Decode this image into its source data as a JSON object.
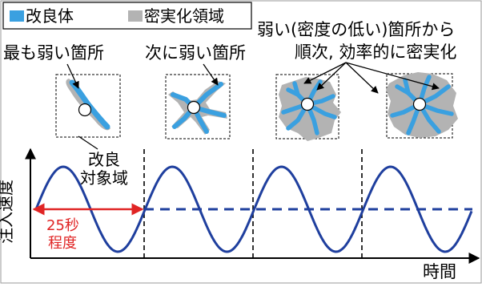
{
  "legend": {
    "improved_label": "改良体",
    "densified_label": "密実化領域",
    "improved_color": "#3aa0e0",
    "densified_color": "#b3b3b3"
  },
  "labels": {
    "weakest": "最も弱い箇所",
    "next_weakest": "次に弱い箇所",
    "order_line1": "弱い(密度の低い)箇所から",
    "order_line2": "順次, 効率的に密実化",
    "target_area_line1": "改良",
    "target_area_line2": "対象域",
    "y_axis": "注入速度",
    "x_axis": "時間",
    "period_line1": "25秒",
    "period_line2": "程度"
  },
  "colors": {
    "wave": "#1f3f9e",
    "period_arrow": "#e02424",
    "annotation_text": "#000000"
  },
  "chart_data": {
    "type": "line",
    "title": "",
    "xlabel": "時間",
    "ylabel": "注入速度",
    "series": [
      {
        "style": "solid",
        "shape": "sinusoid",
        "cycles": 4,
        "period_seconds_approx": 25
      },
      {
        "style": "dashed",
        "shape": "mean level",
        "starts_after_cycle": 1
      }
    ]
  }
}
